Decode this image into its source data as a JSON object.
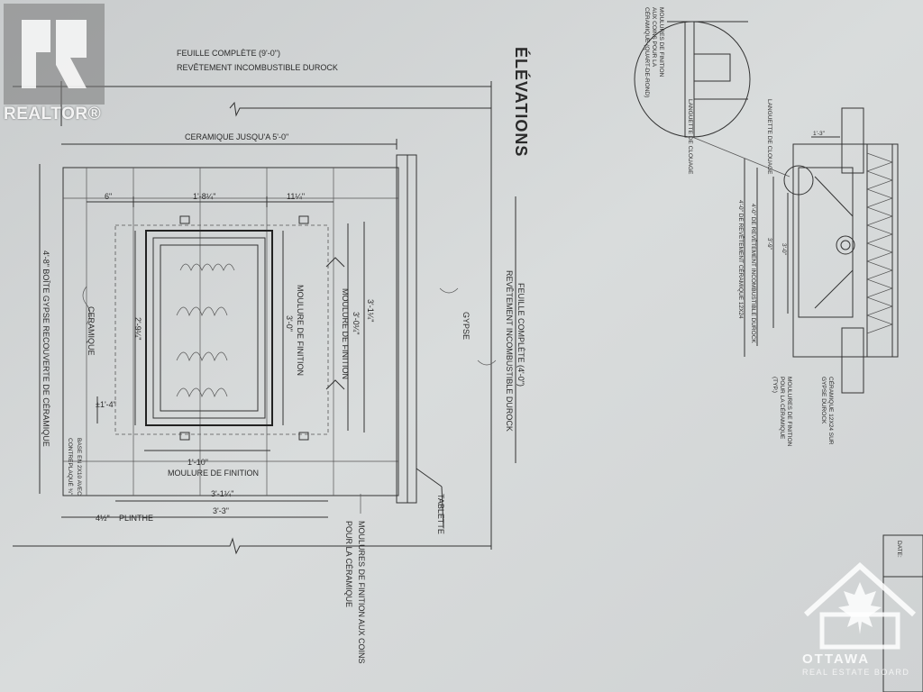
{
  "title": "ÉLÉVATIONS",
  "watermarks": {
    "realtor": "REALTOR®",
    "ottawa": "OTTAWA",
    "ottawa_sub": "REAL ESTATE BOARD"
  },
  "elevation": {
    "feuille_top_1": "FEUILLE COMPLÈTE (9'-0\")",
    "feuille_top_2": "REVÊTEMENT INCOMBUSTIBLE DUROCK",
    "ceramique_top": "CERAMIQUE JUSQU'A 5'-0\"",
    "dim_6": "6\"",
    "dim_1_8": "1'-8¼\"",
    "dim_11": "11¼\"",
    "boite_gypse": "4'-8\" BOÎTE GYPSE RECOUVERTE DE CÉRAMIQUE",
    "ceramique_side": "CERAMIQUE",
    "dim_2_9": "2'-9¼\"",
    "dim_1_4": "±1'-4\"",
    "moulure_3_0": "3'-0\"",
    "moulure_3_0_lbl": "MOULURE DE FINITION",
    "moulure_3_0w": "3'-0¼\"",
    "moulure_3_0w_lbl": "MOULURE DE FINITION",
    "dim_3_1": "3'-1¼\"",
    "gypse": "GYPSE",
    "feuille_right_1": "FEUILLE COMPLÈTE (4'-0\")",
    "feuille_right_2": "REVÊTEMENT INCOMBUSTIBLE DUROCK",
    "base_1": "BASE EN 2X10 AVEC",
    "base_2": "CONTREPLAQUÉ ¾\"",
    "dim_1_10": "1'-10\"",
    "moulure_bottom": "MOULURE DE FINITION",
    "dim_3_1b": "3'-1¼\"",
    "dim_4": "4½\"",
    "plinthe": "PLINTHE",
    "dim_3_3": "3'-3\"",
    "tablette": "TABLETTE",
    "moulures_coins_1": "MOULURES DE FINITION AUX COINS",
    "moulures_coins_2": "POUR LA CÉRAMIQUE"
  },
  "section": {
    "detail_1": "MOULURES DE FINITION",
    "detail_2": "AUX COINS POUR LA",
    "detail_3": "CÉRAMIQUE (QUART-DE-ROND)",
    "languette_1": "LANGUETTE DE CLOUAGE",
    "languette_2": "LANGUETTE DE CLOUAGE",
    "dim_1_3": "1'-3\"",
    "revetement_1": "4'-0\" DE REVÊTEMENT CÉRAMIQUE 12X24",
    "revetement_2": "4'-0\" DE REVÊTEMENT INCOMBUSTIBLE DUROCK",
    "dim_3_9": "3'-9\"",
    "dim_3_0": "3'-0\"",
    "moulure_1": "MOULURES DE FINITION",
    "moulure_2": "POUR LA CÉRAMIQUE",
    "moulure_3": "(TYP.)",
    "ceram_1": "CÉRAMIQUE 12X24 SUR",
    "ceram_2": "GYPSE DUROCK"
  },
  "titleblock": {
    "date": "DATE:"
  }
}
